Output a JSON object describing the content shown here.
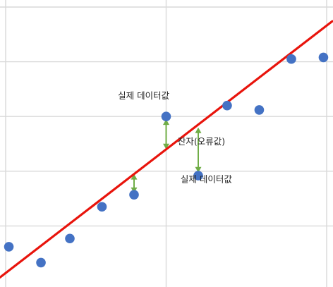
{
  "chart_data": {
    "type": "scatter",
    "title": "",
    "xlabel": "",
    "ylabel": "",
    "xlim": [
      0,
      10
    ],
    "ylim": [
      0,
      10
    ],
    "grid": true,
    "points": [
      {
        "x": 0.1,
        "y": 1.24
      },
      {
        "x": 1.1,
        "y": 0.66
      },
      {
        "x": 2.0,
        "y": 1.54
      },
      {
        "x": 3.0,
        "y": 2.7
      },
      {
        "x": 4.0,
        "y": 3.14
      },
      {
        "x": 5.0,
        "y": 6.0
      },
      {
        "x": 6.0,
        "y": 3.84
      },
      {
        "x": 6.9,
        "y": 6.4
      },
      {
        "x": 7.9,
        "y": 6.24
      },
      {
        "x": 8.9,
        "y": 8.1
      },
      {
        "x": 9.9,
        "y": 8.16
      }
    ],
    "trendline": {
      "x": [
        0,
        10
      ],
      "y": [
        0.3,
        9.3
      ]
    },
    "residuals": [
      {
        "x": 4.0,
        "y_from": 3.9,
        "y_to": 3.2
      },
      {
        "x": 5.0,
        "y_from": 5.9,
        "y_to": 4.8
      },
      {
        "x": 6.0,
        "y_from": 5.6,
        "y_to": 3.95
      }
    ],
    "annotations": [
      {
        "text": "실제 데이터값",
        "x": 4.3,
        "y": 6.65
      },
      {
        "text": "잔자(오류값)",
        "x": 6.1,
        "y": 4.98
      },
      {
        "text": "실제 데이터값",
        "x": 6.25,
        "y": 3.6
      }
    ],
    "colors": {
      "points": "#4472c4",
      "trendline": "#e8140c",
      "residual": "#70ad47",
      "grid": "#d9d9d9"
    }
  }
}
